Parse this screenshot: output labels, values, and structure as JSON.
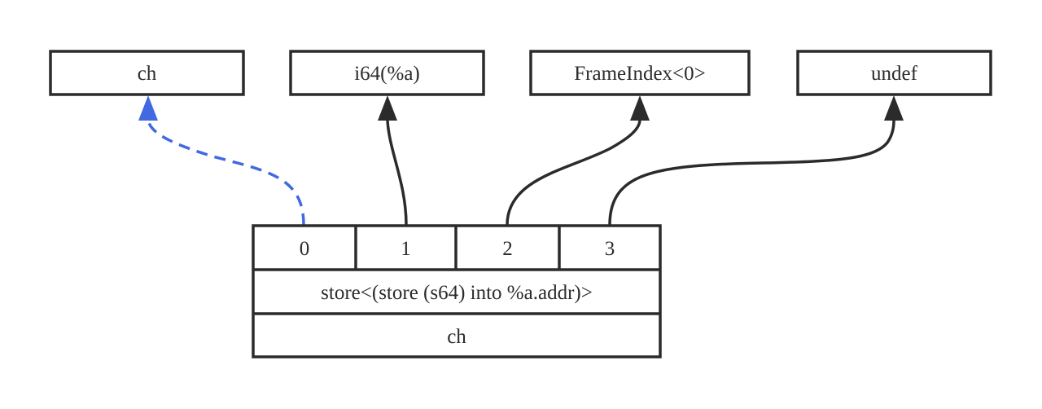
{
  "nodes": {
    "ch_top": {
      "label": "ch"
    },
    "i64": {
      "label": "i64(%a)"
    },
    "frameindex": {
      "label": "FrameIndex<0>"
    },
    "undef": {
      "label": "undef"
    }
  },
  "store_node": {
    "ports": [
      "0",
      "1",
      "2",
      "3"
    ],
    "op_label": "store<(store (s64) into %a.addr)>",
    "type_label": "ch"
  },
  "edges": [
    {
      "from_port": "0",
      "to": "ch",
      "style": "dashed",
      "color": "#4169e1"
    },
    {
      "from_port": "1",
      "to": "i64(%a)",
      "style": "solid",
      "color": "#2b2b2b"
    },
    {
      "from_port": "2",
      "to": "FrameIndex<0>",
      "style": "solid",
      "color": "#2b2b2b"
    },
    {
      "from_port": "3",
      "to": "undef",
      "style": "solid",
      "color": "#2b2b2b"
    }
  ],
  "colors": {
    "stroke": "#2b2b2b",
    "chain_edge": "#4169e1",
    "background": "#ffffff"
  }
}
